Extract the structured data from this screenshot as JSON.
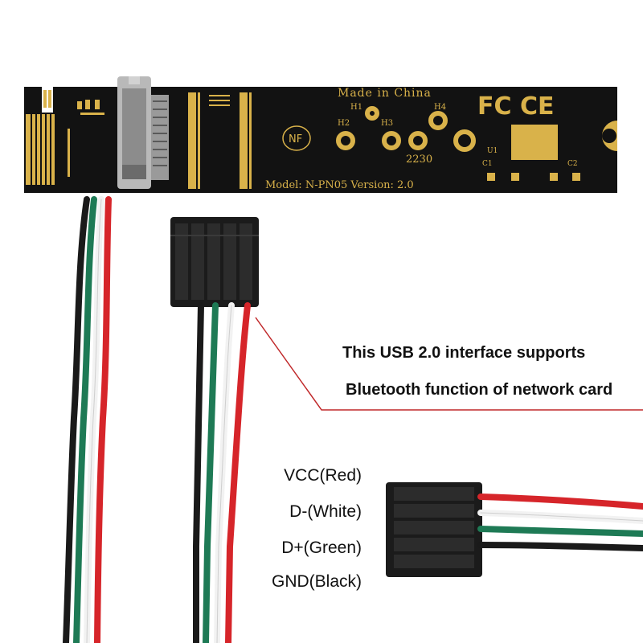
{
  "board": {
    "made_in": "Made in China",
    "model_line": "Model: N-PN05 Version: 2.0",
    "size_code": "2230",
    "nf_mark": "NF",
    "cert_mark": "FC CE",
    "holes": [
      "H1",
      "H2",
      "H3",
      "H4"
    ],
    "parts": [
      "U1",
      "C1",
      "C2"
    ]
  },
  "caption": {
    "line1": "This USB 2.0 interface supports",
    "line2": "Bluetooth function of network card"
  },
  "pinout": {
    "vcc": "VCC(Red)",
    "d_minus": "D-(White)",
    "d_plus": "D+(Green)",
    "gnd": "GND(Black)"
  },
  "colors": {
    "pcb": "#111111",
    "gold": "#d9b24a",
    "wire_red": "#d6252a",
    "wire_white": "#f2f2f2",
    "wire_green": "#1e7a55",
    "wire_black": "#1a1a1a",
    "callout": "#c0282a"
  }
}
